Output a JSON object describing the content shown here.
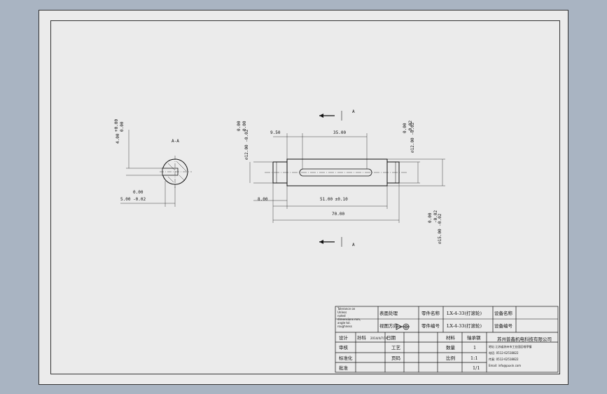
{
  "section_label": "A-A",
  "section_marker": "A",
  "section_dims": {
    "top_upper": "+0.00",
    "top_lower": "0.00",
    "top_value": "4.00",
    "bottom_upper": "0.00",
    "bottom_value": "5.00 -0.02"
  },
  "shaft_dims": {
    "left_tol_upper": "0.00",
    "left_tol_lower": "0.00",
    "left_dia": "⌀12.00 -0.02",
    "offset": "9.50",
    "slot_len": "35.00",
    "right_tol_upper": "0.00",
    "right_tol_lower": "-0.02",
    "right_dia": "⌀12.00 -0.02",
    "left_step": "8.00",
    "mid_len": "51.00 ±0.10",
    "total_len": "70.00",
    "big_tol_upper": "0.00",
    "big_tol_lower": "-0.02",
    "big_dia": "⌀15.00 -0.02"
  },
  "title_block": {
    "notes": [
      "Tolerance on",
      "Unless",
      "noted",
      "dimensions mm,",
      "angle tol.",
      "roughness"
    ],
    "surface_treatment_label": "表面处理",
    "projection_label": "视图方向",
    "material_name_label": "零件名称",
    "material_name_value": "LX-4-33(打滚轮)",
    "part_no_label": "零件编号",
    "part_no_value": "LX-4-33(打滚轮)",
    "equip_name_label": "设备名称",
    "equip_no_label": "设备编号",
    "design_label": "设计",
    "date_value": "2014/4/7/19",
    "signature": "孙科",
    "material_label": "材料",
    "material_value": "轴承钢",
    "company_line1": "苏州普鑫机电科技有限公司",
    "company_line2": "地址:江苏省苏州市工业园区唯亭镇",
    "company_line3": "电话: 0512-62518822",
    "company_line4": "传真: 0512-62518822",
    "company_line5": "Email: info@puxin.com",
    "check_label": "审核",
    "process_label": "工艺",
    "qty_label": "数量",
    "qty_value": "1",
    "std_label": "标准化",
    "approve_label": "批准",
    "scale_label": "比例",
    "scale_value": "1:1",
    "date_label": "日期",
    "sheet_label": "页码",
    "sheet_value": "1/1"
  }
}
